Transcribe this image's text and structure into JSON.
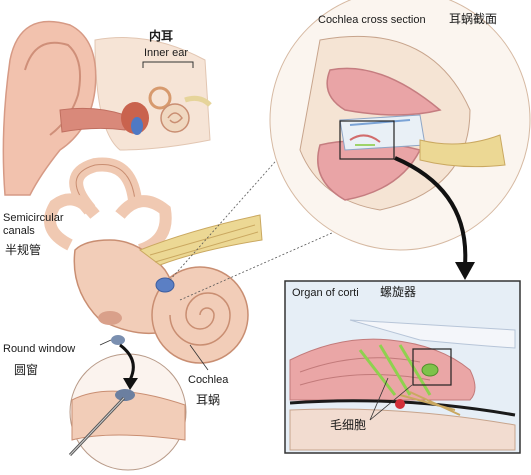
{
  "labels": {
    "inner_ear_zh": "内耳",
    "inner_ear_en": "Inner ear",
    "cochlea_cross_en": "Cochlea cross section",
    "cochlea_cross_zh": "耳蜗截面",
    "semicircular_en_1": "Semicircular",
    "semicircular_en_2": "canals",
    "semicircular_zh": "半规管",
    "round_window_en": "Round window",
    "round_window_zh": "圆窗",
    "cochlea_en": "Cochlea",
    "cochlea_zh": "耳蜗",
    "organ_en": "Organ of corti",
    "organ_zh": "螺旋器",
    "hair_cell_zh": "毛细胞"
  },
  "colors": {
    "skin": "#f2c9b8",
    "skin_dark": "#e0a58f",
    "bone": "#f4e6dc",
    "cochlea_pink": "#e8a8a8",
    "nerve": "#e6d49a",
    "blue": "#5b7fc4",
    "inset_bg": "#e6eef6",
    "hair_green": "#8fd14f",
    "outline": "#8a6a5a"
  }
}
